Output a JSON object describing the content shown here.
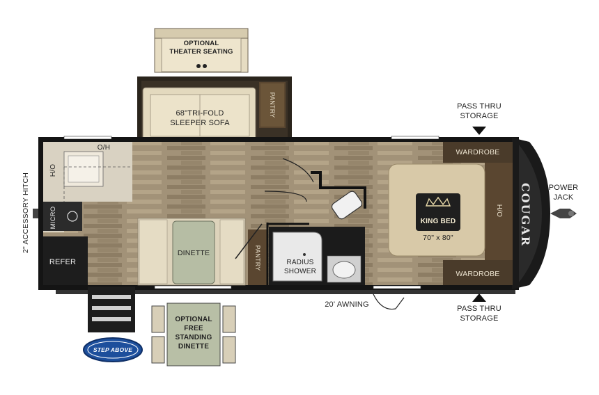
{
  "labels": {
    "optional_theater_seating_line1": "OPTIONAL",
    "optional_theater_seating_line2": "THEATER SEATING",
    "sofa_line1": "68\"TRI-FOLD",
    "sofa_line2": "SLEEPER SOFA",
    "pantry_top": "PANTRY",
    "pass_thru_storage_top_line1": "PASS THRU",
    "pass_thru_storage_top_line2": "STORAGE",
    "oh_kitchen": "O/H",
    "ho_kitchen": "H/O",
    "micro": "MICRO",
    "refer": "REFER",
    "dinette": "DINETTE",
    "pantry_mid": "PANTRY",
    "radius_shower_line1": "RADIUS",
    "radius_shower_line2": "SHOWER",
    "wardrobe_top": "WARDROBE",
    "wardrobe_bottom": "WARDROBE",
    "king_bed": "KING BED",
    "bed_size": "70\" x 80\"",
    "ho_bed": "H/O",
    "power_jack_line1": "POWER",
    "power_jack_line2": "JACK",
    "accessory_hitch": "2\" ACCESSORY HITCH",
    "awning": "20' AWNING",
    "pass_thru_storage_bottom_line1": "PASS THRU",
    "pass_thru_storage_bottom_line2": "STORAGE",
    "optional_dinette_line1": "OPTIONAL",
    "optional_dinette_line2": "FREE",
    "optional_dinette_line3": "STANDING",
    "optional_dinette_line4": "DINETTE",
    "logo_step_above": "STEP ABOVE",
    "brand_cougar": "COUGAR"
  },
  "colors": {
    "floor_light": "#a89a82",
    "floor_dark": "#7a6a52",
    "wall": "#1a1a1a",
    "cabinet_dark": "#4a3b2a",
    "bed": "#d8c9a8",
    "sofa": "#e3d9be",
    "dinette_table": "#b8bfa6",
    "logo_blue": "#1d4f9c"
  }
}
